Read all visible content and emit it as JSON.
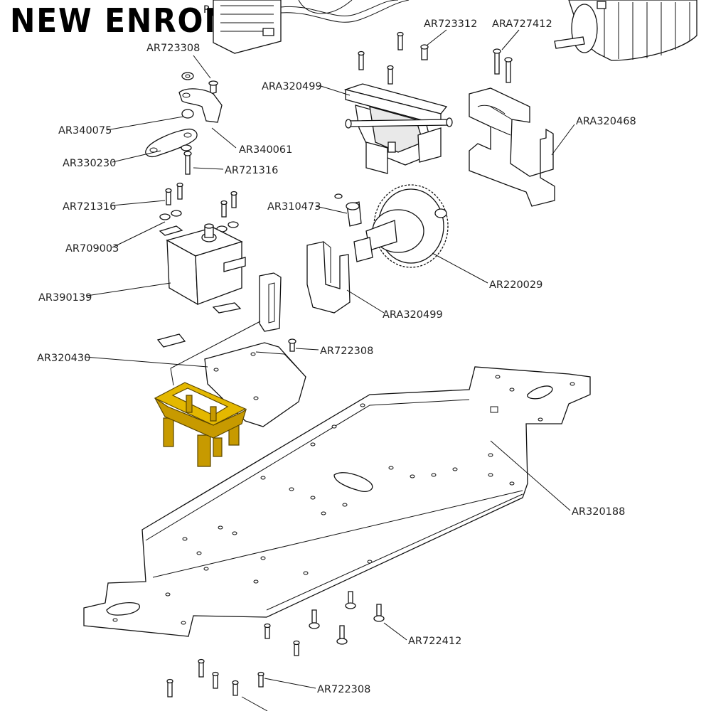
{
  "brand": {
    "text": "NEW ENRON",
    "mark": "R"
  },
  "highlight_color": "#e4b800",
  "labels": {
    "ar723308_top": "AR723308",
    "ar723312": "AR723312",
    "ara727412": "ARA727412",
    "ara320499_top": "ARA320499",
    "ar340075": "AR340075",
    "ar340061": "AR340061",
    "ara320468": "ARA320468",
    "ar330230": "AR330230",
    "ar721316_a": "AR721316",
    "ar721316_b": "AR721316",
    "ar310473": "AR310473",
    "ar709003": "AR709003",
    "ar220029": "AR220029",
    "ar390139": "AR390139",
    "ara320499_mid": "ARA320499",
    "ar722308_mid": "AR722308",
    "ar320430": "AR320430",
    "ar320188": "AR320188",
    "ar722412": "AR722412",
    "ar722308_bot": "AR722308"
  }
}
